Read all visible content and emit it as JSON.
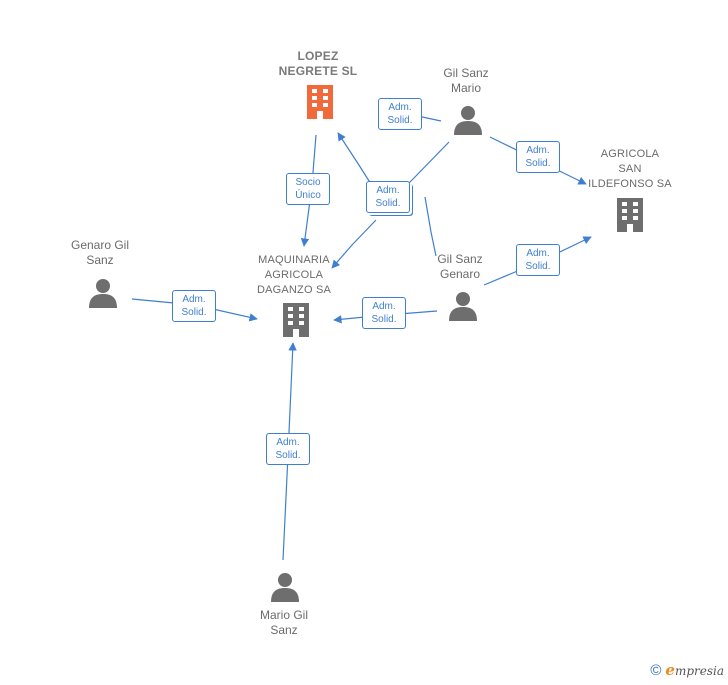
{
  "colors": {
    "edge": "#3f7fd1",
    "person": "#6e6e6e",
    "company": "#6e6e6e",
    "focus_company": "#f26a3c"
  },
  "nodes": {
    "lopez_negrete": {
      "name": "LOPEZ\nNEGRETE  SL",
      "kind": "company",
      "focus": true,
      "icon": "building-icon"
    },
    "gil_sanz_mario": {
      "name": "Gil Sanz\nMario",
      "kind": "person",
      "icon": "person-icon"
    },
    "agricola_san_ildefonso": {
      "name": "AGRICOLA\nSAN\nILDEFONSO SA",
      "kind": "company",
      "icon": "building-icon"
    },
    "genaro_gil_sanz": {
      "name": "Genaro Gil\nSanz",
      "kind": "person",
      "icon": "person-icon"
    },
    "maquinaria_agricola": {
      "name": "MAQUINARIA\nAGRICOLA\nDAGANZO SA",
      "kind": "company",
      "icon": "building-icon"
    },
    "gil_sanz_genaro": {
      "name": "Gil Sanz\nGenaro",
      "kind": "person",
      "icon": "person-icon"
    },
    "mario_gil_sanz": {
      "name": "Mario Gil\nSanz",
      "kind": "person",
      "icon": "person-icon"
    }
  },
  "edges": [
    {
      "from": "gil_sanz_mario",
      "to": "lopez_negrete",
      "label": "Adm.\nSolid."
    },
    {
      "from": "gil_sanz_mario",
      "to": "agricola_san_ildefonso",
      "label": "Adm.\nSolid."
    },
    {
      "from": "lopez_negrete",
      "to": "maquinaria_agricola",
      "label": "Socio\nÚnico"
    },
    {
      "from": "gil_sanz_mario",
      "to": "maquinaria_agricola",
      "label": "Adm.\nSolid."
    },
    {
      "from": "gil_sanz_genaro",
      "to": "lopez_negrete",
      "label": "Adm.\nSolid."
    },
    {
      "from": "gil_sanz_genaro",
      "to": "agricola_san_ildefonso",
      "label": "Adm.\nSolid."
    },
    {
      "from": "gil_sanz_genaro",
      "to": "maquinaria_agricola",
      "label": "Adm.\nSolid."
    },
    {
      "from": "genaro_gil_sanz",
      "to": "maquinaria_agricola",
      "label": "Adm.\nSolid."
    },
    {
      "from": "mario_gil_sanz",
      "to": "maquinaria_agricola",
      "label": "Adm.\nSolid."
    }
  ],
  "footer": {
    "copyright_symbol": "©",
    "brand_initial": "e",
    "brand_rest": "mpresia"
  }
}
